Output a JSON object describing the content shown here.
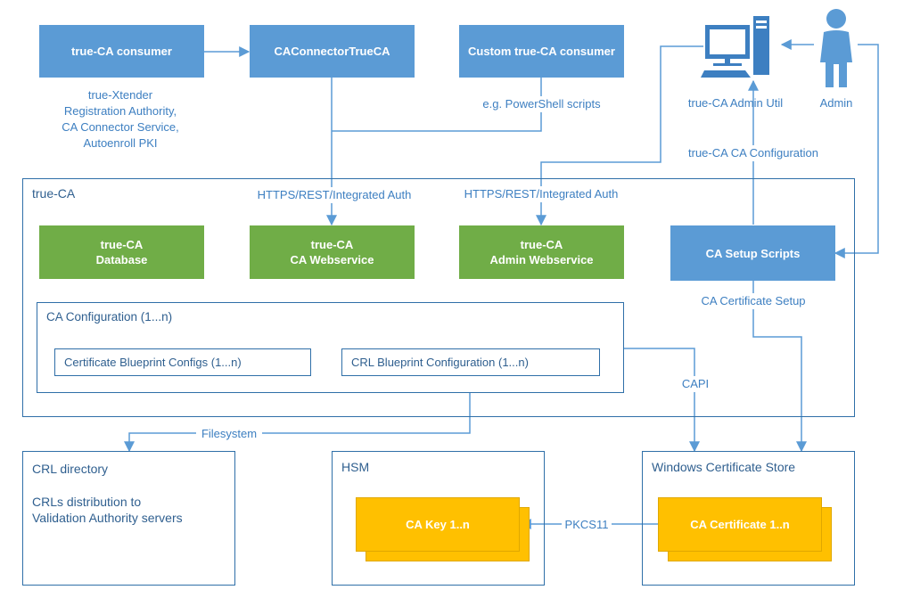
{
  "top": {
    "consumer": "true-CA consumer",
    "connector": "CAConnectorTrueCA",
    "custom_consumer": "Custom true-CA consumer",
    "consumer_examples": [
      "true-Xtender",
      "Registration Authority,",
      "CA Connector Service,",
      "Autoenroll PKI"
    ],
    "custom_example": "e.g. PowerShell scripts",
    "admin_util": "true-CA Admin Util",
    "admin": "Admin",
    "ca_configuration_link": "true-CA CA Configuration"
  },
  "trueca": {
    "title": "true-CA",
    "https_left": "HTTPS/REST/Integrated Auth",
    "https_right": "HTTPS/REST/Integrated Auth",
    "database": [
      "true-CA",
      "Database"
    ],
    "ca_webservice": [
      "true-CA",
      "CA Webservice"
    ],
    "admin_webservice": [
      "true-CA",
      "Admin Webservice"
    ],
    "setup_scripts": "CA Setup Scripts",
    "cert_setup": "CA Certificate Setup",
    "ca_config": {
      "title": "CA Configuration (1...n)",
      "cert_blueprint": "Certificate Blueprint Configs (1...n)",
      "crl_blueprint": "CRL Blueprint Configuration (1...n)"
    }
  },
  "links": {
    "capi": "CAPI",
    "filesystem": "Filesystem",
    "pkcs11": "PKCS11"
  },
  "bottom": {
    "crl_dir": {
      "title": "CRL directory",
      "desc": [
        "CRLs distribution to",
        "Validation Authority servers"
      ]
    },
    "hsm": {
      "title": "HSM",
      "key": "CA Key 1..n"
    },
    "store": {
      "title": "Windows Certificate Store",
      "cert": "CA Certificate 1..n"
    }
  },
  "colors": {
    "blue": "#5b9bd5",
    "green": "#70ad47",
    "gold": "#ffc000",
    "line": "#5b9bd5",
    "frame": "#2f6fa8"
  }
}
